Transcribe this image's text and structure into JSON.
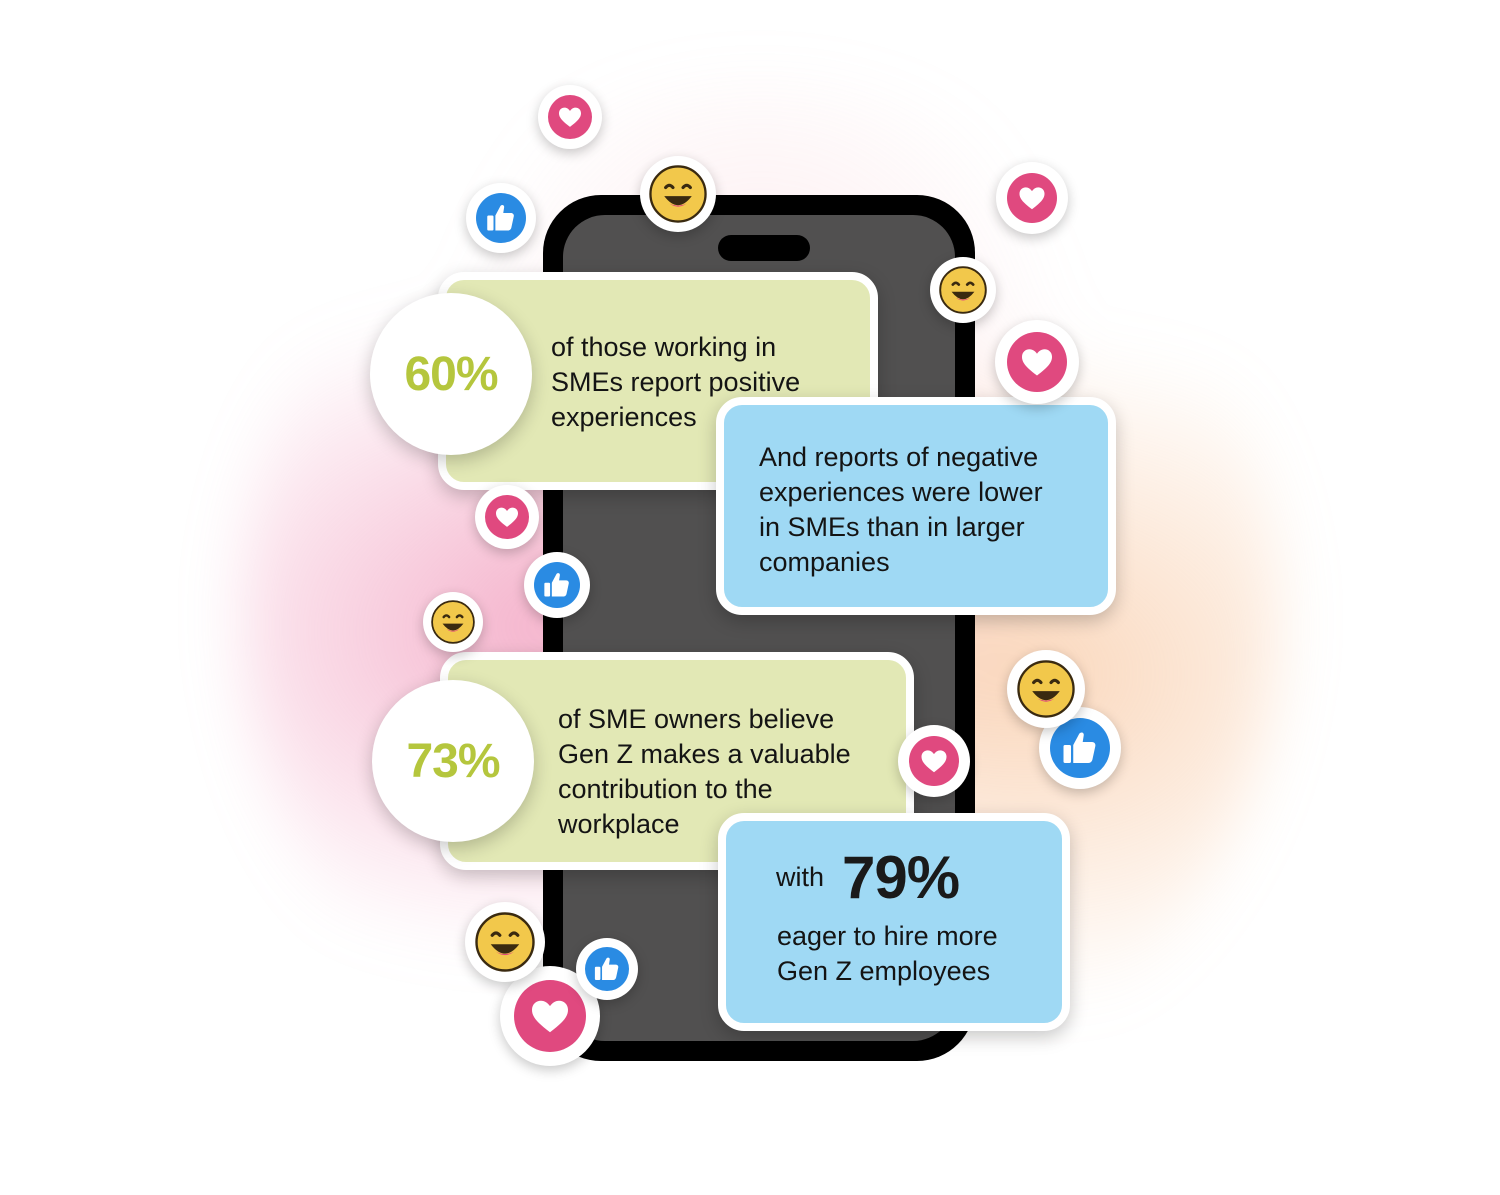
{
  "stats": [
    {
      "value": "60%",
      "text_lines": [
        "of those working in",
        "SMEs report positive",
        "experiences"
      ]
    },
    {
      "text_lines": [
        "And reports of negative",
        "experiences were lower",
        "in SMEs than in larger",
        "companies"
      ]
    },
    {
      "value": "73%",
      "text_lines": [
        "of SME owners believe",
        "Gen Z makes a valuable",
        "contribution to the",
        "workplace"
      ]
    },
    {
      "prefix": "with",
      "value": "79%",
      "text_lines": [
        "eager to hire more",
        "Gen Z employees"
      ]
    }
  ],
  "colors": {
    "green_bubble": "#e2e8b5",
    "blue_bubble": "#9fd9f4",
    "stat_green": "#b5c63d",
    "heart": "#e0497f",
    "like": "#2a8be3",
    "smiley": "#f2c84b",
    "phone_screen": "#515050"
  },
  "icons": [
    "heart-icon",
    "thumbs-up-icon",
    "smiley-icon"
  ]
}
